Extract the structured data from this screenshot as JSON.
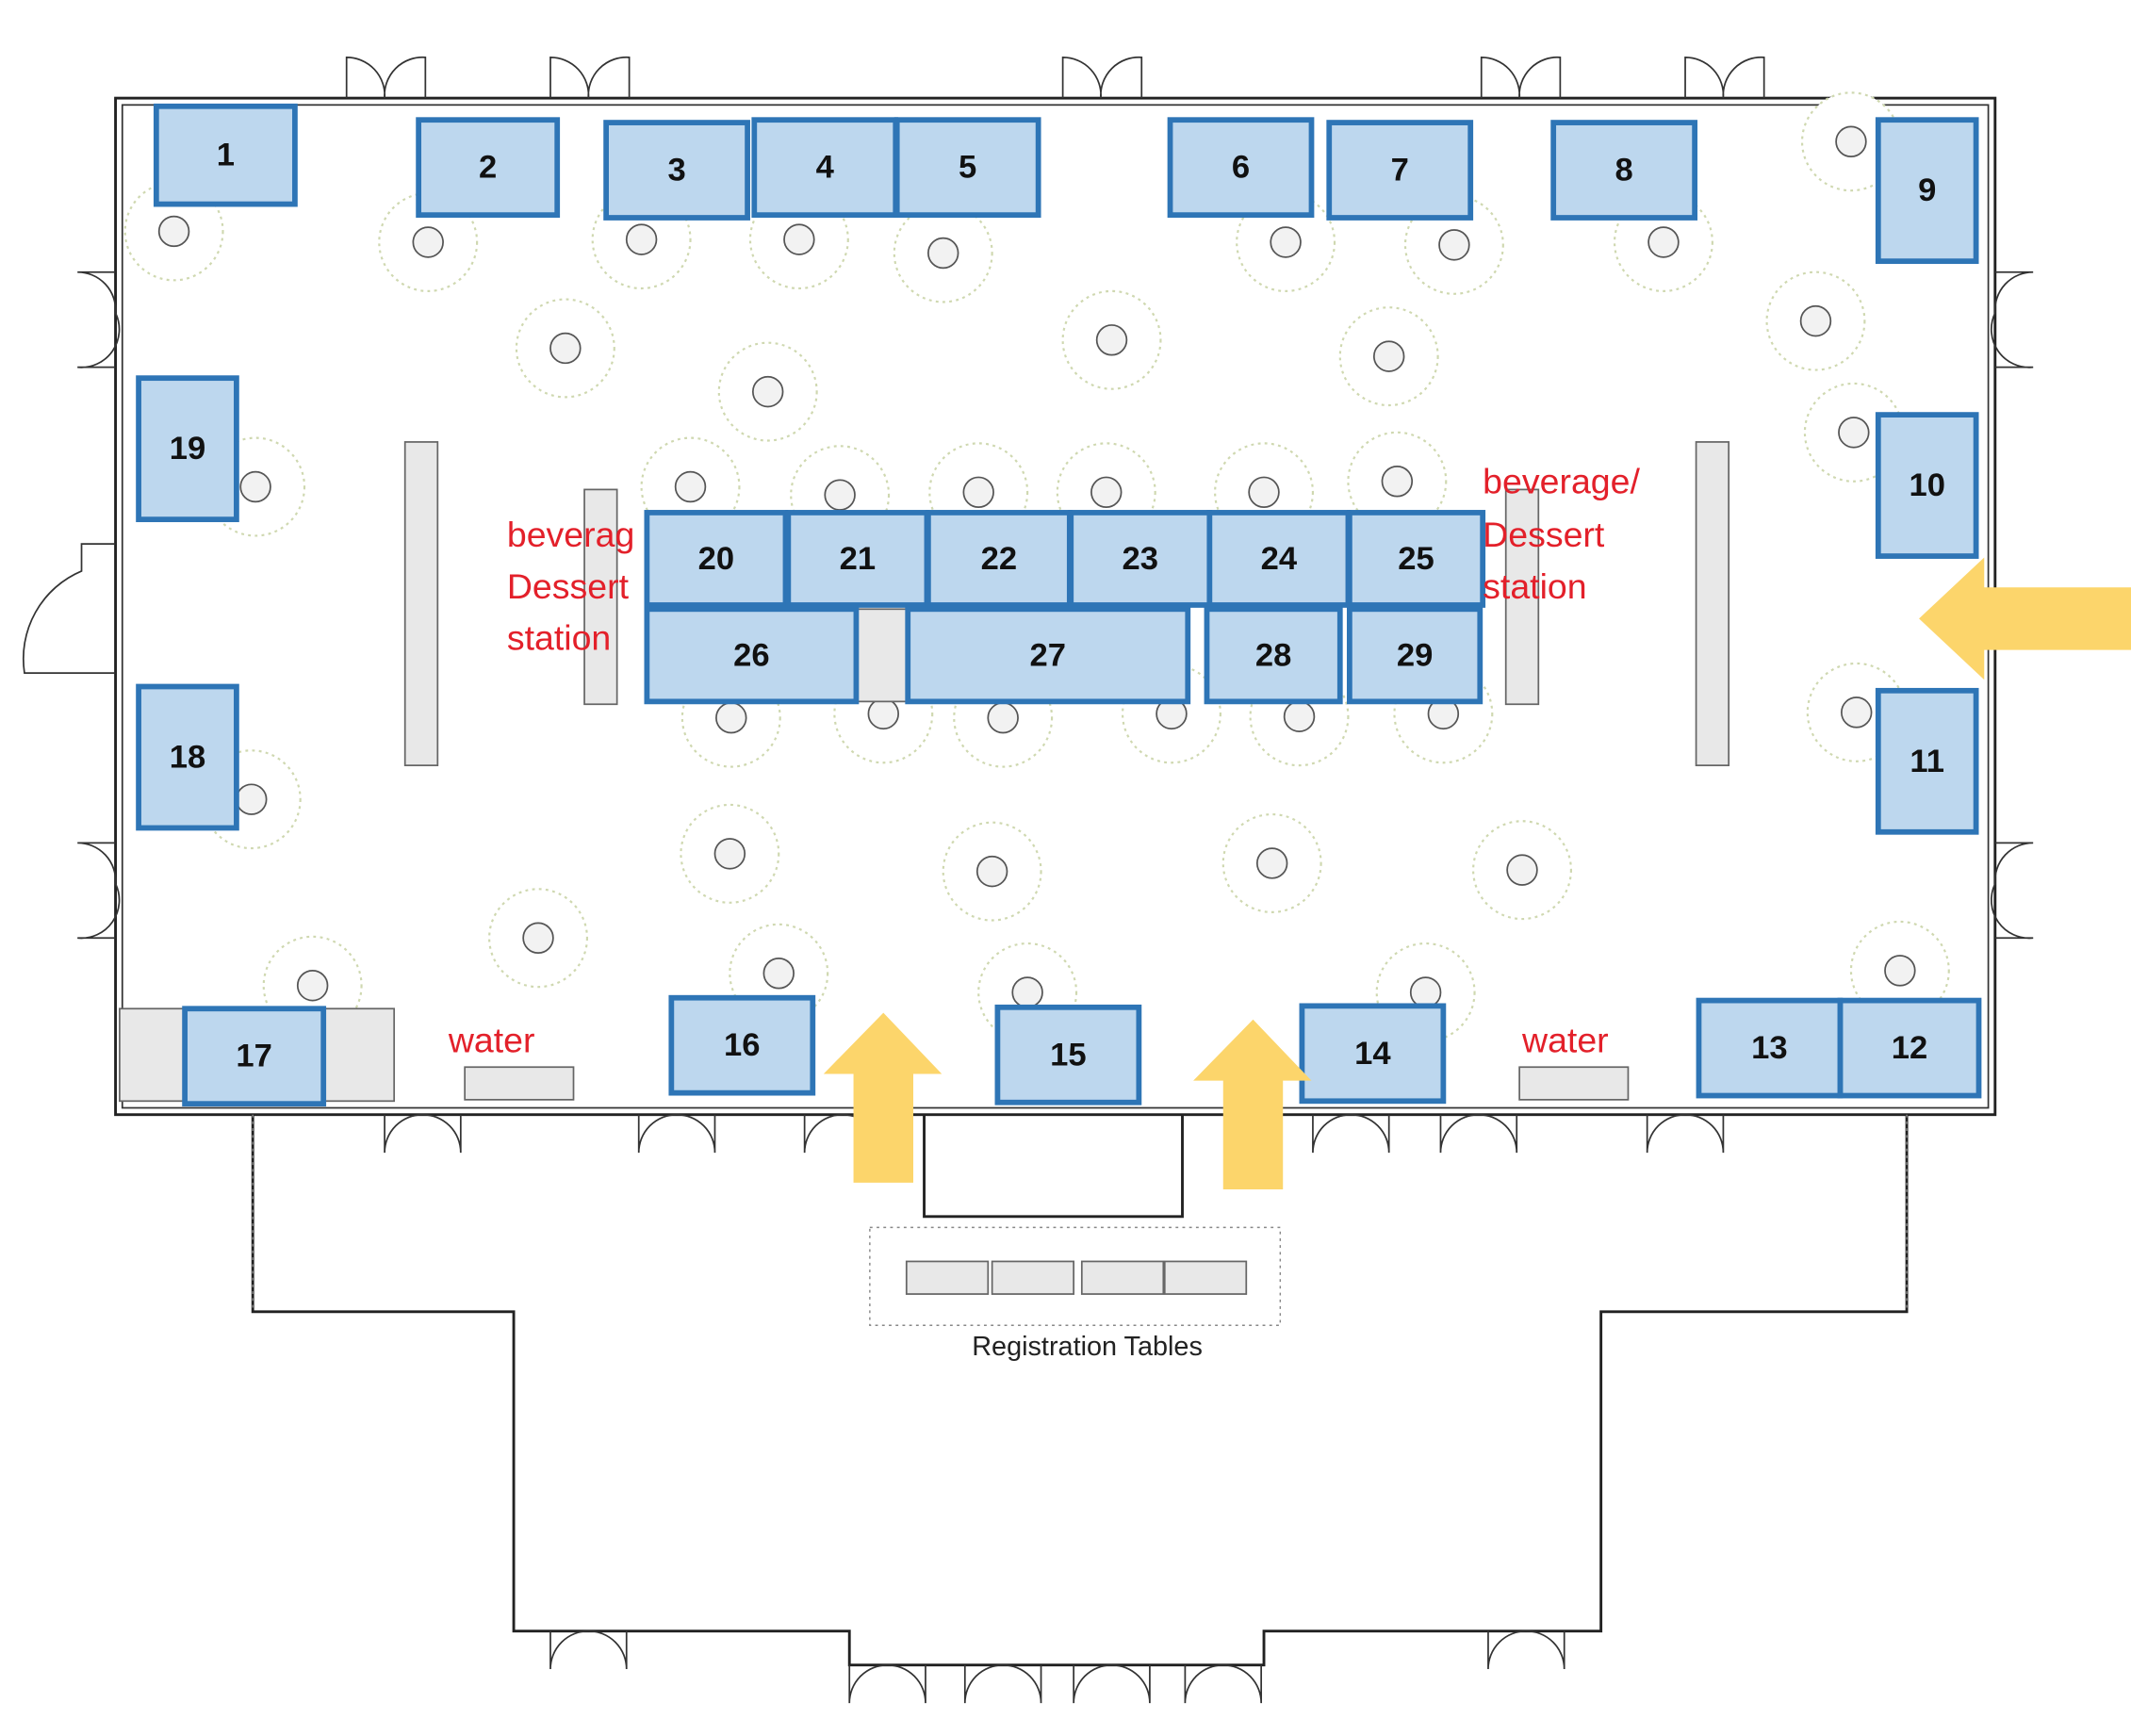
{
  "title": "Exhibit hall floor plan",
  "booths": [
    {
      "id": "1",
      "label": "1"
    },
    {
      "id": "2",
      "label": "2"
    },
    {
      "id": "3",
      "label": "3"
    },
    {
      "id": "4",
      "label": "4"
    },
    {
      "id": "5",
      "label": "5"
    },
    {
      "id": "6",
      "label": "6"
    },
    {
      "id": "7",
      "label": "7"
    },
    {
      "id": "8",
      "label": "8"
    },
    {
      "id": "9",
      "label": "9"
    },
    {
      "id": "10",
      "label": "10"
    },
    {
      "id": "11",
      "label": "11"
    },
    {
      "id": "12",
      "label": "12"
    },
    {
      "id": "13",
      "label": "13"
    },
    {
      "id": "14",
      "label": "14"
    },
    {
      "id": "15",
      "label": "15"
    },
    {
      "id": "16",
      "label": "16"
    },
    {
      "id": "17",
      "label": "17"
    },
    {
      "id": "18",
      "label": "18"
    },
    {
      "id": "19",
      "label": "19"
    },
    {
      "id": "20",
      "label": "20"
    },
    {
      "id": "21",
      "label": "21"
    },
    {
      "id": "22",
      "label": "22"
    },
    {
      "id": "23",
      "label": "23"
    },
    {
      "id": "24",
      "label": "24"
    },
    {
      "id": "25",
      "label": "25"
    },
    {
      "id": "26",
      "label": "26"
    },
    {
      "id": "27",
      "label": "27"
    },
    {
      "id": "28",
      "label": "28"
    },
    {
      "id": "29",
      "label": "29"
    }
  ],
  "labels": {
    "left_station": [
      "beverag",
      "Dessert",
      "station"
    ],
    "right_station": [
      "beverage/",
      "Dessert",
      "station"
    ],
    "water_left": "water",
    "water_right": "water",
    "registration": "Registration Tables"
  },
  "colors": {
    "booth_fill": "#bdd7ee",
    "booth_border": "#2e75b6",
    "annotation": "#e3202a",
    "arrow": "#fcd56b"
  },
  "icons": [
    "entrance-arrow-icon",
    "round-table-icon",
    "door-icon",
    "buffet-table-icon"
  ]
}
